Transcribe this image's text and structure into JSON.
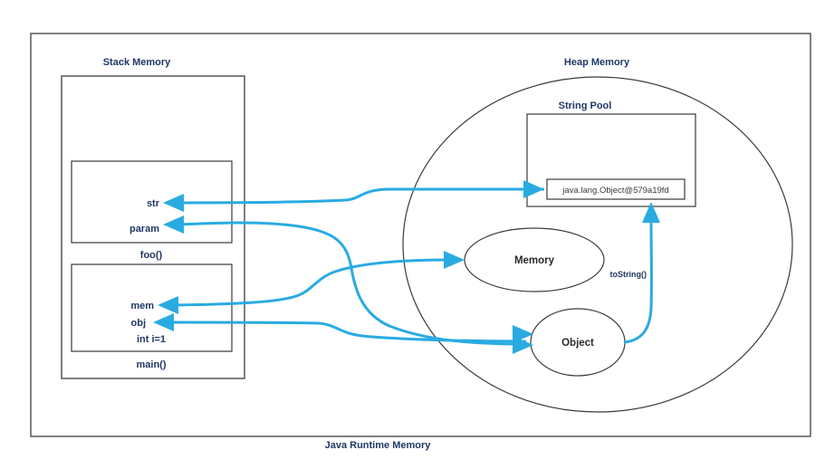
{
  "diagram": {
    "caption": "Java Runtime Memory",
    "stack": {
      "title": "Stack Memory",
      "frames": [
        {
          "name": "foo()",
          "variables": [
            {
              "label": "str"
            },
            {
              "label": "param"
            }
          ]
        },
        {
          "name": "main()",
          "variables": [
            {
              "label": "mem"
            },
            {
              "label": "obj"
            },
            {
              "label": "int i=1"
            }
          ]
        }
      ]
    },
    "heap": {
      "title": "Heap Memory",
      "string_pool": {
        "title": "String Pool",
        "entries": [
          {
            "value": "java.lang.Object@579a19fd"
          }
        ]
      },
      "objects": [
        {
          "label": "Memory"
        },
        {
          "label": "Object"
        }
      ]
    },
    "edges": [
      {
        "from": "str",
        "to": "java.lang.Object@579a19fd",
        "label": ""
      },
      {
        "from": "param",
        "to": "Object",
        "label": ""
      },
      {
        "from": "mem",
        "to": "Memory",
        "label": ""
      },
      {
        "from": "obj",
        "to": "Object",
        "label": ""
      },
      {
        "from": "Object",
        "to": "java.lang.Object@579a19fd",
        "label": "toString()"
      }
    ],
    "colors": {
      "arrow": "#29ABE2",
      "label_text": "#1F3864",
      "outline": "#4a4a4a",
      "background": "#ffffff"
    }
  }
}
